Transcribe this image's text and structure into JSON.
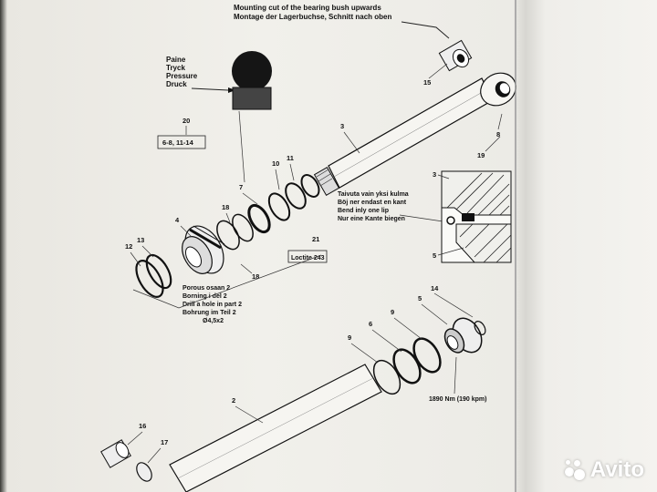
{
  "header_note": {
    "line1": "Mounting cut of the bearing bush upwards",
    "line2": "Montage der Lagerbuchse, Schnitt nach oben"
  },
  "pressure_label": [
    "Paine",
    "Tryck",
    "Pressure",
    "Druck"
  ],
  "loctite_label": "Loctite 243",
  "torque_label": "1890 Nm (190 kpm)",
  "drill_note": [
    "Porous osaan 2",
    "Borning i del 2",
    "Drill a hole in part 2",
    "Bohrung im Teil 2",
    "Ø4,5x2"
  ],
  "lip_note": [
    "Taivuta vain yksi kulma",
    "Böj ner endast en kant",
    "Bend inly one lip",
    "Nur eine Kante biegen"
  ],
  "ref_box": {
    "number": "20",
    "text": "6-8, 11-14"
  },
  "part_numbers": {
    "p15": "15",
    "p3": "3",
    "p8": "8",
    "p19": "19",
    "p11": "11",
    "p10": "10",
    "p7": "7",
    "p18a": "18",
    "p4": "4",
    "p13": "13",
    "p12": "12",
    "p18b": "18",
    "p21": "21",
    "p3b": "3",
    "p5": "5",
    "p14": "14",
    "p5b": "5",
    "p9a": "9",
    "p6": "6",
    "p9b": "9",
    "p2": "2",
    "p16": "16",
    "p17": "17"
  },
  "watermark": "Avito",
  "colors": {
    "paper": "#f1f0eb",
    "ink": "#111111",
    "outer_frame": "#2a2a2a"
  }
}
